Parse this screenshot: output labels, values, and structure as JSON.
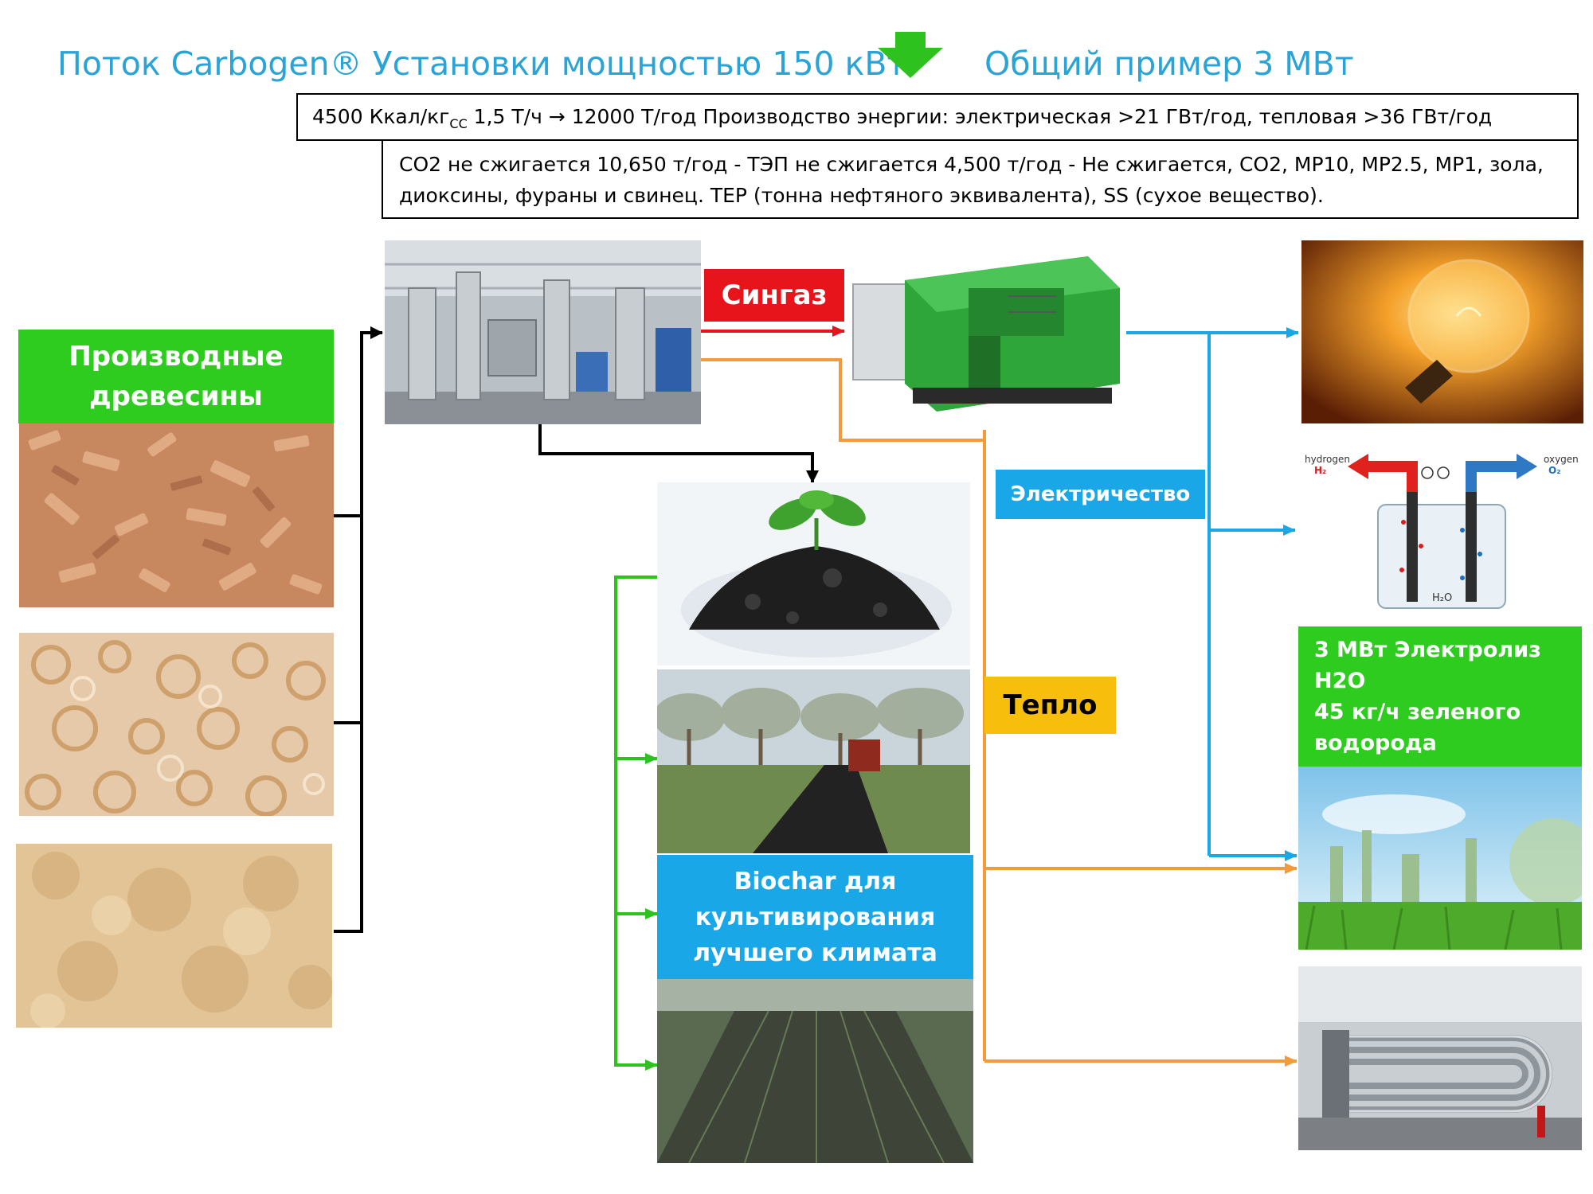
{
  "header": {
    "title_left": "Поток Carbogen® Установки мощностью 150 кВт",
    "title_right": "Общий пример 3 МВт"
  },
  "info": {
    "line1_pre": "4500 Ккал/кг",
    "line1_sub": "CC",
    "line1_post": " 1,5 Т/ч → 12000 Т/год Производство энергии: электрическая >21 ГВт/год, тепловая >36 ГВт/год",
    "line2": "CO2 не сжигается 10,650 т/год - ТЭП не сжигается 4,500 т/год - Не сжигается, CO2, MP10, MP2.5, MP1, зола, диоксины, фураны и свинец. TEP (тонна нефтяного эквивалента), SS (сухое вещество)."
  },
  "labels": {
    "wood": "Производные древесины",
    "syngas": "Сингаз",
    "electricity": "Электричество",
    "heat": "Тепло",
    "electrolysis": [
      "3 МВт Электролиз",
      "H2O",
      "45 кг/ч зеленого",
      "водорода"
    ],
    "biochar": "Biochar для культивирования лучшего климата"
  },
  "electrolyzer": {
    "hydrogen": "hydrogen",
    "h2": "H₂",
    "oxygen": "oxygen",
    "o2": "O₂",
    "water": "H₂O"
  },
  "colors": {
    "title": "#2AA3D6",
    "green_label": "#2ECC1F",
    "syngas_red": "#E8141B",
    "electric_blue": "#1AA7E8",
    "heat_orange": "#F39A3A",
    "heat_label": "#F7BE0C",
    "arrow_green": "#2DC21D"
  }
}
